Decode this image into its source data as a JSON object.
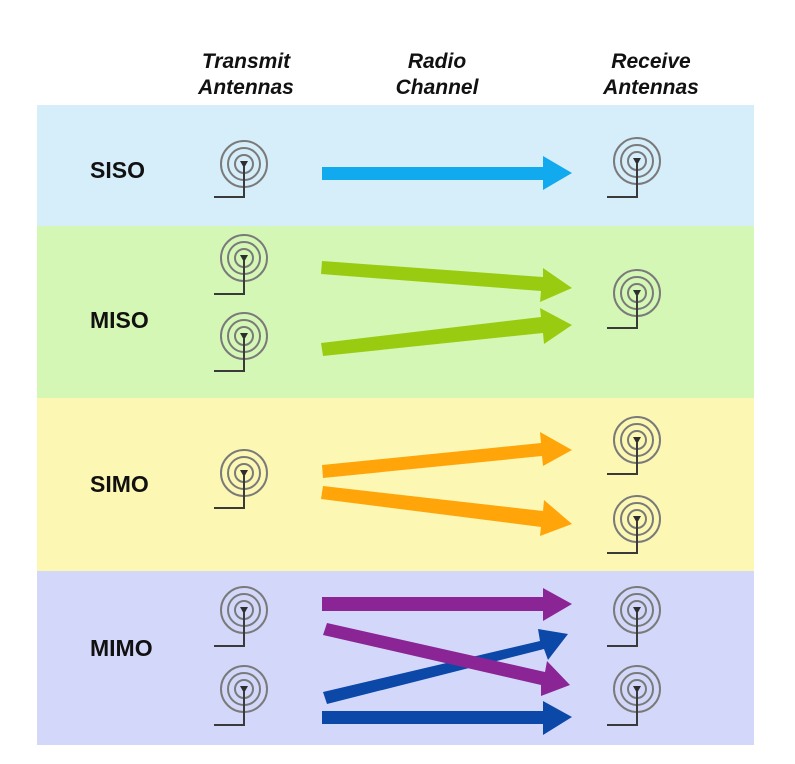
{
  "headers": {
    "transmit_line1": "Transmit",
    "transmit_line2": "Antennas",
    "channel_line1": "Radio",
    "channel_line2": "Channel",
    "receive_line1": "Receive",
    "receive_line2": "Antennas"
  },
  "rows": [
    {
      "label": "SISO",
      "color": "#d6eefa",
      "arrow_color": "#11aaee",
      "transmit_antennas": 1,
      "receive_antennas": 1,
      "links": [
        [
          1,
          1
        ]
      ]
    },
    {
      "label": "MISO",
      "color": "#d4f7b6",
      "arrow_color": "#99cc11",
      "transmit_antennas": 2,
      "receive_antennas": 1,
      "links": [
        [
          1,
          1
        ],
        [
          2,
          1
        ]
      ]
    },
    {
      "label": "SIMO",
      "color": "#fcf8b3",
      "arrow_color": "#ffa50a",
      "transmit_antennas": 1,
      "receive_antennas": 2,
      "links": [
        [
          1,
          1
        ],
        [
          1,
          2
        ]
      ]
    },
    {
      "label": "MIMO",
      "color": "#d3d8fa",
      "arrow_colors": [
        "#8b2595",
        "#0b48a8"
      ],
      "transmit_antennas": 2,
      "receive_antennas": 2,
      "links": [
        [
          1,
          1
        ],
        [
          1,
          2
        ],
        [
          2,
          1
        ],
        [
          2,
          2
        ]
      ]
    }
  ],
  "icons": {
    "antenna": "antenna-icon"
  }
}
